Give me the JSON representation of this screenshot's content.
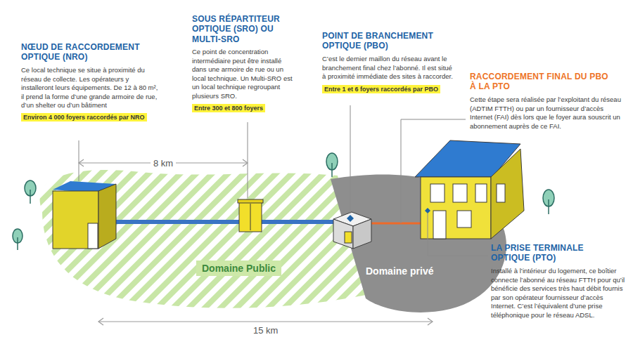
{
  "diagram": {
    "nodes": [
      {
        "text": [
          "Environ 4 000 foyers raccordés par NRO"
        ]
      },
      {
        "text": [
          "Entre 300 et 800 foyers"
        ]
      },
      {
        "text": [
          "Entre 1 et 6 foyers raccordés par PBO"
        ]
      },
      {
        "text": [
          "Domaine Public"
        ]
      }
    ],
    "labels": [
      "NŒUD DE RACCORDEMENT OPTIQUE (NRO)",
      "Ce local technique se situe à proximité du réseau de collecte. Les opérateurs y installeront leurs équipements. De 12 à 80 m², il prend la forme d’une grande armoire de rue, d’un shelter ou d’un bâtiment",
      "SOUS RÉPARTITEUR OPTIQUE (SRO) OU MULTI-SRO",
      "Ce point de concentration intermédiaire peut être installé dans une armoire de rue ou un local technique. Un Multi-SRO est un local technique regroupant plusieurs SRO.",
      "POINT DE BRANCHEMENT OPTIQUE (PBO)",
      "C’est le dernier maillon du réseau avant le branchement final chez l’abonné. Il est situé à proximité immédiate des sites à raccorder.",
      "RACCORDEMENT FINAL DU PBO À LA PTO",
      "Cette étape sera réalisée par l’exploitant du réseau (ADTIM FTTH) ou par un fournisseur d’accès Internet (FAI) dès lors que le foyer aura souscrit un abonnement auprès de ce FAI.",
      "LA PRISE TERMINALE OPTIQUE (PTO)",
      "Installé à l’intérieur du logement, ce boîtier connecte l’abonné au réseau FTTH pour qu’il bénéficie des services très haut débit fournis par son opérateur fournisseur d’accès Internet. C’est l’équivalent d’une prise téléphonique pour le réseau ADSL.",
      "8 km",
      "15 km",
      "Domaine privé"
    ]
  }
}
